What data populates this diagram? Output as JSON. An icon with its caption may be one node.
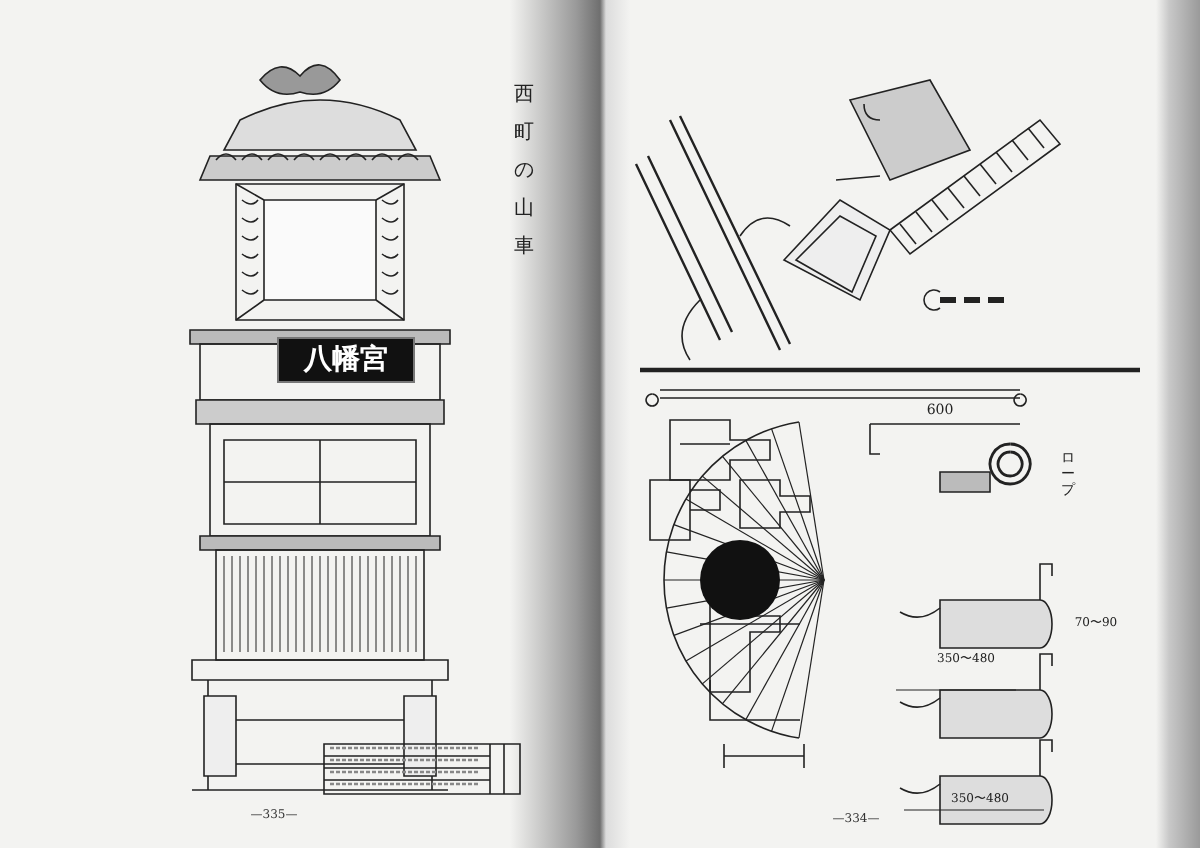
{
  "diagram": {
    "title": "西町の山車",
    "labels": [
      "八幡宮",
      "600",
      "ロープ",
      "70〜90",
      "350〜480",
      "350〜480",
      "—335—",
      "—334—"
    ]
  }
}
